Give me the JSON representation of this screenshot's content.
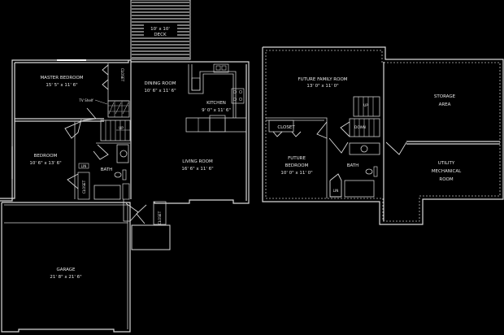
{
  "plan": {
    "background": "#000000",
    "line_color": "#d8d8d8",
    "main_floor": {
      "deck": {
        "name": "DECK",
        "size": "10' x 10'"
      },
      "rooms": [
        {
          "id": "master-bedroom",
          "name": "MASTER BEDROOM",
          "size": "15' 5\" x 11' 6\""
        },
        {
          "id": "bedroom",
          "name": "BEDROOM",
          "size": "10' 6\" x 13' 6\""
        },
        {
          "id": "dining-room",
          "name": "DINING ROOM",
          "size": "10' 6\" x 11' 6\""
        },
        {
          "id": "kitchen",
          "name": "KITCHEN",
          "size": "9' 0\" x 11' 6\""
        },
        {
          "id": "living-room",
          "name": "LIVING ROOM",
          "size": "16' 6\" x 11' 6\""
        },
        {
          "id": "garage",
          "name": "GARAGE",
          "size": "21' 8\" x 21' 6\""
        }
      ],
      "labels": {
        "master_closet": "CLOSET",
        "bedroom_closet": "CLOSET",
        "tv_shelf": "TV Shelf",
        "bath": "BATH",
        "linen": "LIN",
        "stairs": "UP",
        "entry_closet": "CLOSET"
      }
    },
    "basement": {
      "rooms": [
        {
          "id": "future-family-room",
          "name": "FUTURE FAMILY ROOM",
          "size": "13' 0\" x 11' 0\""
        },
        {
          "id": "future-bedroom",
          "name_line1": "FUTURE",
          "name_line2": "BEDROOM",
          "size": "10' 0\" x 11' 0\""
        },
        {
          "id": "storage-area",
          "name_line1": "STORAGE",
          "name_line2": "AREA"
        },
        {
          "id": "utility-room",
          "name_line1": "UTILITY",
          "name_line2": "MECHANICAL",
          "name_line3": "ROOM"
        }
      ],
      "labels": {
        "closet": "CLOSET",
        "bath": "BATH",
        "linen": "LIN",
        "stairs_up": "UP",
        "stairs_down": "DOWN"
      }
    }
  }
}
